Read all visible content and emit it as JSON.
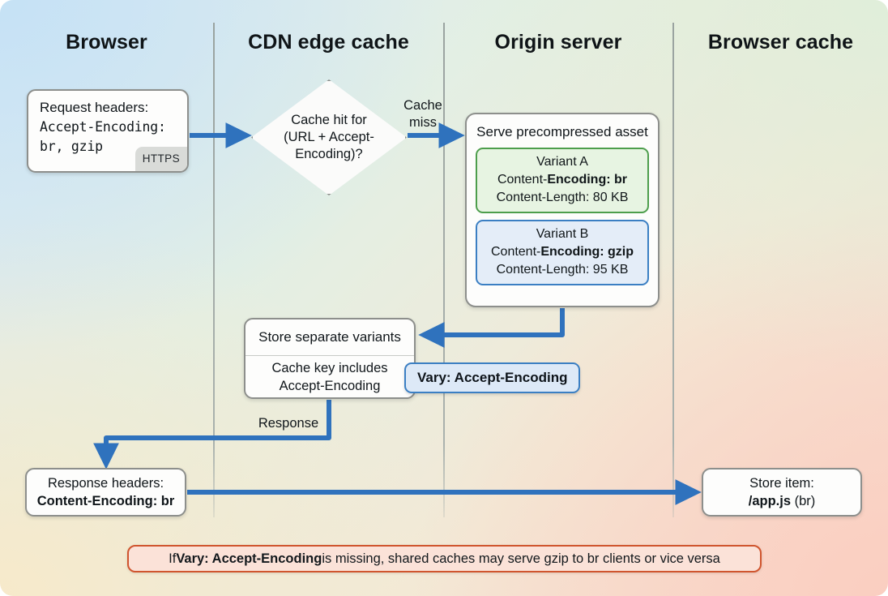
{
  "lanes": [
    {
      "id": "browser",
      "title": "Browser"
    },
    {
      "id": "cdn",
      "title": "CDN edge cache"
    },
    {
      "id": "origin",
      "title": "Origin server"
    },
    {
      "id": "browser_cache",
      "title": "Browser cache"
    }
  ],
  "nodes": {
    "request": {
      "line1": "Request headers:",
      "line2": "Accept-Encoding:",
      "line3": "br, gzip",
      "badge": "HTTPS"
    },
    "decision": {
      "line1": "Cache hit for",
      "line2": "(URL + Accept-",
      "line3": "Encoding)?"
    },
    "origin": {
      "heading": "Serve precompressed asset",
      "variant_a": {
        "title": "Variant A",
        "encoding_prefix": "Content-",
        "encoding_key": "Encoding",
        "encoding_value": ": br",
        "length": "Content-Length: 80 KB"
      },
      "variant_b": {
        "title": "Variant B",
        "encoding_prefix": "Content-",
        "encoding_key": "Encoding",
        "encoding_value": ": gzip",
        "length": "Content-Length: 95 KB"
      }
    },
    "store_variants": {
      "heading": "Store separate variants",
      "line1": "Cache key includes",
      "line2": "Accept-Encoding"
    },
    "vary_badge": {
      "text": "Vary: Accept-Encoding"
    },
    "response_headers": {
      "line1": "Response headers:",
      "line2": "Content-Encoding: br"
    },
    "store_item": {
      "line1": "Store item:",
      "line2_bold": "/app.js",
      "line2_rest": " (br)"
    }
  },
  "edges": {
    "cache_miss_l1": "Cache",
    "cache_miss_l2": "miss",
    "response": "Response"
  },
  "footer_note": {
    "prefix": "If ",
    "bold": "Vary: Accept-Encoding",
    "suffix": " is missing, shared caches may serve gzip to br clients or vice versa"
  },
  "colors": {
    "arrow": "#2f72bd",
    "variant_a_border": "#4d9e4c",
    "variant_b_border": "#3b7fc3",
    "note_border": "#d0552e",
    "lane_divider": "#9aa3a0"
  }
}
